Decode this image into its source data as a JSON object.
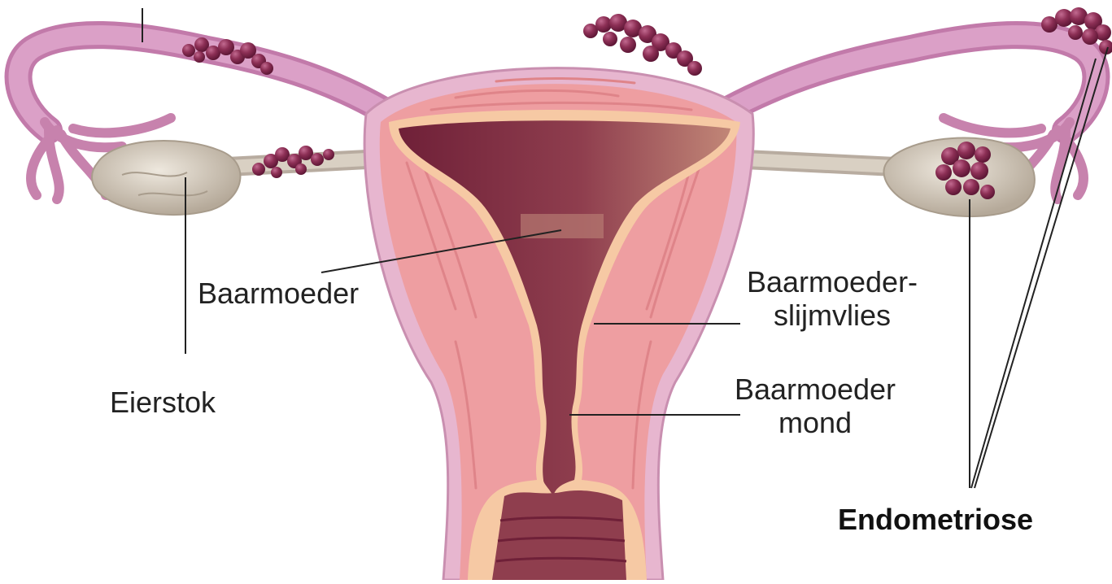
{
  "labels": {
    "baarmoeder": "Baarmoeder",
    "eierstok": "Eierstok",
    "slijmvlies_line1": "Baarmoeder-",
    "slijmvlies_line2": "slijmvlies",
    "mond_line1": "Baarmoeder",
    "mond_line2": "mond",
    "endometriose": "Endometriose"
  },
  "colors": {
    "tube": "#d99ac4",
    "tube_shade": "#c27aaa",
    "uterus_outer": "#e7b6cf",
    "uterus_muscle": "#ee9ea1",
    "muscle_stripe": "#df8489",
    "lining": "#f6c9a4",
    "cavity_dark": "#7e2a40",
    "cavity_light": "#b9746c",
    "ovary": "#d9d0c3",
    "ovary_shade": "#b8aca0",
    "lesion": "#8c2f55",
    "lesion_dark": "#5e1736",
    "leader_line": "#222222"
  }
}
